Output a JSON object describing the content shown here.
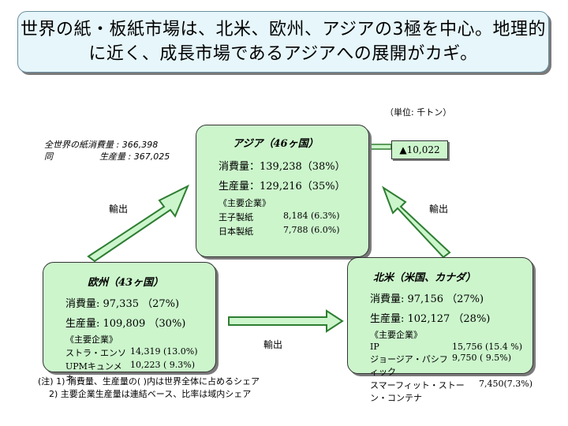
{
  "title": {
    "line1": "世界の紙・板紙市場は、北米、欧州、アジアの3極を中心。地理的",
    "line2": "に近く、成長市場であるアジアへの展開がカギ。"
  },
  "unit": "（単位: 千トン）",
  "world": {
    "consumption": "全世界の紙消費量 : 366,398",
    "production_prefix": "同",
    "production": "生産量 : 367,025"
  },
  "asia": {
    "name": "アジア（46ヶ国）",
    "consumption": "消費量：139,238（38%）",
    "production": "生産量：129,216（35%）",
    "companies_label": "《主要企業》",
    "companies": [
      {
        "name": "王子製紙",
        "value": "8,184 (6.3%)"
      },
      {
        "name": "日本製紙",
        "value": "7,788 (6.0%)"
      }
    ]
  },
  "deficit": "▲10,022",
  "europe": {
    "name": "欧州（43ヶ国）",
    "consumption": "消費量:  97,335 （27%)",
    "production": "生産量: 109,809 （30%)",
    "companies_label": "《主要企業》",
    "companies": [
      {
        "name": "ストラ・エンソ",
        "value": "14,319 (13.0%)"
      },
      {
        "name": "UPMキュンメネ",
        "value": "10,223 (  9.3%)"
      }
    ]
  },
  "north_america": {
    "name": "北米（米国、カナダ）",
    "consumption": "消費量:    97,156 （27%)",
    "production": "生産量:  102,127 （28%)",
    "companies_label": "《主要企業》",
    "companies": [
      {
        "name": "IP",
        "value": "15,756 (15.4 %)"
      },
      {
        "name": "ジョージア・パシフィック",
        "value": "9,750 (  9.5%)"
      },
      {
        "name": "スマーフィット・ストーン・コンテナ",
        "value": "7,450(7.3%)"
      }
    ]
  },
  "export_labels": {
    "left": "輸出",
    "right": "輸出",
    "bottom": "輸出"
  },
  "notes": {
    "line1": "(注) 1) 消費量、生産量の(  )内は世界全体に占めるシェア",
    "line2": "2) 主要企業生産量は連結ベース、比率は域内シェア"
  },
  "colors": {
    "title_bg": "#e6f6fb",
    "region_fill": "#ccf5cc",
    "arrow_fill": "#ccf5cc",
    "arrow_stroke": "#2e7d32",
    "shadow": "#7a7a7a"
  }
}
